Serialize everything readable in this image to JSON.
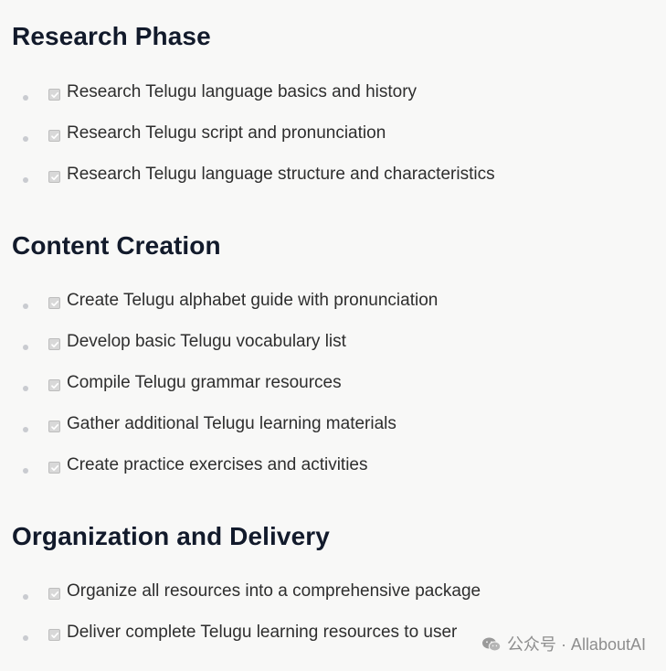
{
  "sections": [
    {
      "title": "Research Phase",
      "items": [
        {
          "label": "Research Telugu language basics and history",
          "checked": true
        },
        {
          "label": "Research Telugu script and pronunciation",
          "checked": true
        },
        {
          "label": "Research Telugu language structure and characteristics",
          "checked": true
        }
      ]
    },
    {
      "title": "Content Creation",
      "items": [
        {
          "label": "Create Telugu alphabet guide with pronunciation",
          "checked": true
        },
        {
          "label": "Develop basic Telugu vocabulary list",
          "checked": true
        },
        {
          "label": "Compile Telugu grammar resources",
          "checked": true
        },
        {
          "label": "Gather additional Telugu learning materials",
          "checked": true
        },
        {
          "label": "Create practice exercises and activities",
          "checked": true
        }
      ]
    },
    {
      "title": "Organization and Delivery",
      "items": [
        {
          "label": "Organize all resources into a comprehensive package",
          "checked": true
        },
        {
          "label": "Deliver complete Telugu learning resources to user",
          "checked": true
        }
      ]
    }
  ],
  "watermark": {
    "text": "公众号 · AllaboutAI",
    "icon": "wechat-icon"
  },
  "colors": {
    "background": "#f8f8f7",
    "heading": "#121a2b",
    "text": "#2e2e2e",
    "bullet": "#c9cbd0",
    "checkbox": "#d8d8d8",
    "watermark": "#8e8e8e"
  }
}
